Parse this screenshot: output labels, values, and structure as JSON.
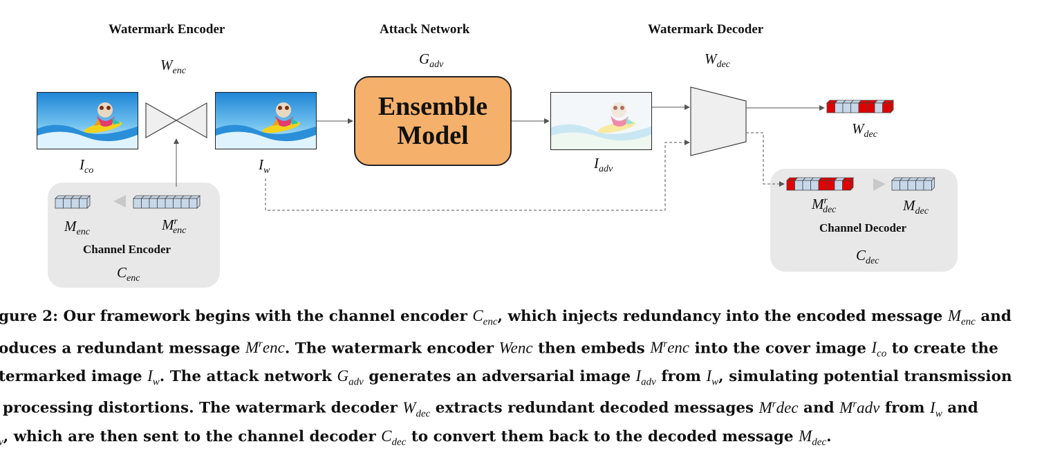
{
  "headers": {
    "encoder": "Watermark Encoder",
    "attack": "Attack Network",
    "decoder": "Watermark Decoder"
  },
  "symbols": {
    "w_enc": {
      "base": "W",
      "sub": "enc"
    },
    "g_adv": {
      "base": "G",
      "sub": "adv"
    },
    "w_dec_top": {
      "base": "W",
      "sub": "dec"
    },
    "i_co": {
      "base": "I",
      "sub": "co"
    },
    "i_w": {
      "base": "I",
      "sub": "w"
    },
    "i_adv": {
      "base": "I",
      "sub": "adv"
    },
    "w_dec_out": {
      "base": "W",
      "sub": "dec"
    },
    "m_enc": {
      "base": "M",
      "sub": "enc"
    },
    "m_r_enc": {
      "base": "M",
      "sup": "r",
      "sub": "enc"
    },
    "c_enc": {
      "base": "C",
      "sub": "enc"
    },
    "m_r_dec": {
      "base": "M",
      "sup": "r",
      "sub": "dec"
    },
    "m_dec": {
      "base": "M",
      "sub": "dec"
    },
    "c_dec": {
      "base": "C",
      "sub": "dec"
    }
  },
  "ensemble": {
    "line1": "Ensemble",
    "line2": "Model"
  },
  "channel_encoder": {
    "title": "Channel Encoder"
  },
  "channel_decoder": {
    "title": "Channel Decoder"
  },
  "colors": {
    "ensemble_fill": "#f5b06b",
    "bit_blue": "#c7d8ea",
    "bit_red": "#e00000",
    "panel": "#e8e8e8",
    "block": "#efefef"
  },
  "bitstrings": {
    "m_enc": "bbbb",
    "m_r_enc": "bbbbbbbb",
    "w_dec_out": "rbbbrrbr",
    "m_r_dec": "rbbbrrbr",
    "m_dec": "bbbbb"
  },
  "caption": {
    "l1_a": "gure 2: Our framework begins with the channel encoder ",
    "l1_b": ", which injects redundancy into the encoded message ",
    "l1_c": " and",
    "l2_a": "oduces a redundant message ",
    "l2_b": ". The watermark encoder ",
    "l2_c": " then embeds ",
    "l2_d": " into the cover image ",
    "l2_e": " to create the",
    "l3_a": "termarked image ",
    "l3_b": ". The attack network ",
    "l3_c": " generates an adversarial image ",
    "l3_d": " from ",
    "l3_e": ", simulating potential transmission",
    "l4_a": "processing distortions. The watermark decoder ",
    "l4_b": " extracts redundant decoded messages ",
    "l4_c": " and ",
    "l4_d": " from ",
    "l4_e": " and",
    "l5_a": ", which are then sent to the channel decoder ",
    "l5_b": " to convert them back to the decoded message ",
    "l5_c": "."
  },
  "caption_math": {
    "c_enc": {
      "base": "C",
      "sub": "enc"
    },
    "m_enc": {
      "base": "M",
      "sub": "enc"
    },
    "m_r_enc_flat": {
      "base": "M",
      "sup": "r",
      "rest": "enc"
    },
    "w_enc_flat": {
      "base": "Wenc"
    },
    "i_co": {
      "base": "I",
      "sub": "co"
    },
    "i_w": {
      "base": "I",
      "sub": "w"
    },
    "g_adv": {
      "base": "G",
      "sub": "adv"
    },
    "i_adv": {
      "base": "I",
      "sub": "adv"
    },
    "w_dec": {
      "base": "W",
      "sub": "dec"
    },
    "m_r_dec_flat": {
      "base": "M",
      "sup": "r",
      "rest": "dec"
    },
    "m_r_adv_flat": {
      "base": "M",
      "sup": "r",
      "rest": "adv"
    },
    "v_frag": {
      "sub": "v"
    },
    "c_dec": {
      "base": "C",
      "sub": "dec"
    },
    "m_dec": {
      "base": "M",
      "sub": "dec"
    }
  }
}
